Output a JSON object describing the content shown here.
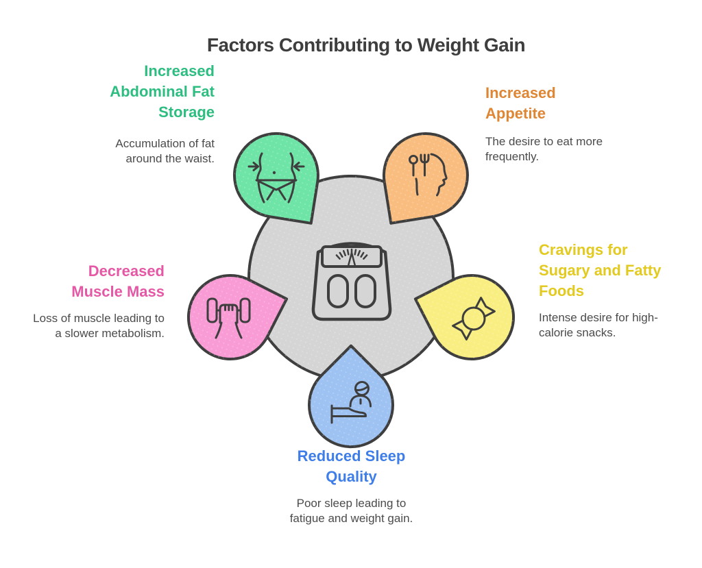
{
  "title": "Factors Contributing to Weight Gain",
  "center": {
    "icon": "weight-scale-icon",
    "fill_color": "#d5d5d5"
  },
  "factors": [
    {
      "id": "abdominal-fat",
      "label": "Increased Abdominal Fat Storage",
      "description": "Accumulation of fat around the waist.",
      "heading_color": "#2ebd81",
      "fill_color": "#6ee4a6",
      "icon": "waist-slimming-icon",
      "position": "top-left"
    },
    {
      "id": "appetite",
      "label": "Increased Appetite",
      "description": "The desire to eat more frequently.",
      "heading_color": "#df8634",
      "fill_color": "#f9bd80",
      "icon": "appetite-head-icon",
      "position": "top-right"
    },
    {
      "id": "cravings",
      "label": "Cravings for Sugary and Fatty Foods",
      "description": "Intense desire for high-calorie snacks.",
      "heading_color": "#e2ca20",
      "fill_color": "#f9ee82",
      "icon": "candy-icon",
      "position": "right"
    },
    {
      "id": "muscle-mass",
      "label": "Decreased Muscle Mass",
      "description": "Loss of muscle leading to a slower metabolism.",
      "heading_color": "#e558a5",
      "fill_color": "#f99cd5",
      "icon": "dumbbell-hand-icon",
      "position": "left"
    },
    {
      "id": "sleep",
      "label": "Reduced Sleep Quality",
      "description": "Poor sleep leading to fatigue and weight gain.",
      "heading_color": "#3f7ee8",
      "fill_color": "#9ec2f2",
      "icon": "sleep-bed-icon",
      "position": "bottom"
    }
  ],
  "colors": {
    "outline": "#3e3e3e",
    "title_text": "#3e3e3e",
    "body_text": "#4b4b4b",
    "background": "#ffffff"
  }
}
